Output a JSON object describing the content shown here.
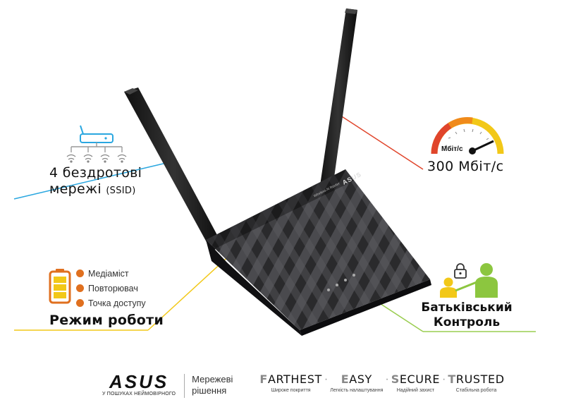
{
  "features": {
    "ssid": {
      "title_line1": "4 бездротові",
      "title_line2": "мережі",
      "title_suffix": "(SSID)"
    },
    "speed": {
      "gauge_unit": "Мбіт/с",
      "title": "300 Мбіт/с"
    },
    "modes": {
      "items": [
        {
          "label": "Медіаміст"
        },
        {
          "label": "Повторювач"
        },
        {
          "label": "Точка доступу"
        }
      ],
      "title": "Режим роботи"
    },
    "parental": {
      "title_line1": "Батьківський",
      "title_line2": "Контроль"
    }
  },
  "router": {
    "brand": "ASUS",
    "model_label": "Wireless-N Router"
  },
  "footer": {
    "logo": "ASUS",
    "logo_sub": "У ПОШУКАХ НЕЙМОВІРНОГО",
    "network_line1": "Мережеві",
    "network_line2": "рішення",
    "tagline": [
      {
        "first": "F",
        "rest": "ARTHEST",
        "sub": "Широке покриття"
      },
      {
        "first": "E",
        "rest": "ASY",
        "sub": "Легкість налаштування"
      },
      {
        "first": "S",
        "rest": "ECURE",
        "sub": "Надійний захист"
      },
      {
        "first": "T",
        "rest": "RUSTED",
        "sub": "Стабільна робота"
      }
    ]
  },
  "colors": {
    "ssid_line": "#2aa7e0",
    "speed_line": "#e0452b",
    "mode_line": "#f2c818",
    "parental_line": "#9acd50",
    "mode_accent": "#e0701f",
    "router_body": "#1b1b1d"
  }
}
